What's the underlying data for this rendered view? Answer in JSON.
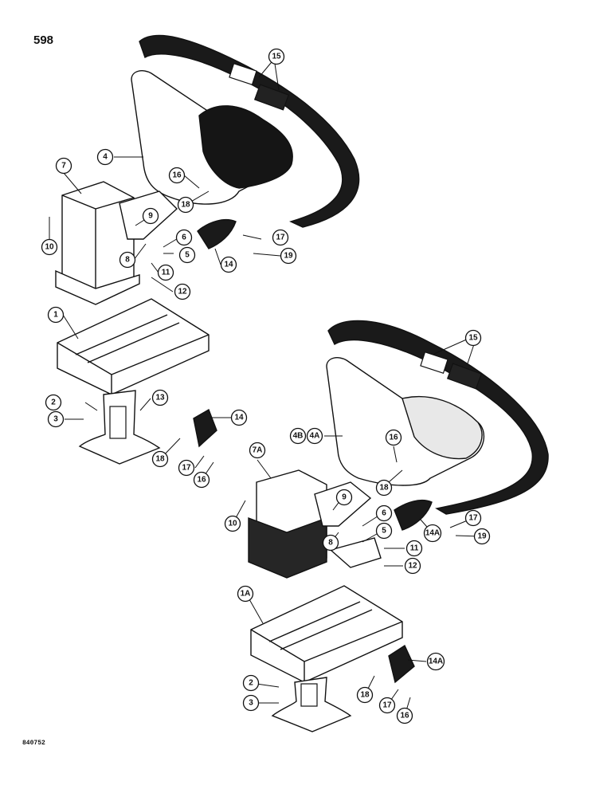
{
  "page": {
    "number": "598",
    "drawing_code": "840752"
  },
  "upper_assembly": {
    "callouts": [
      "1",
      "2",
      "3",
      "4",
      "5",
      "6",
      "7",
      "8",
      "9",
      "10",
      "11",
      "12",
      "13",
      "14",
      "14",
      "15",
      "16",
      "16",
      "17",
      "17",
      "18",
      "18",
      "19"
    ]
  },
  "lower_assembly": {
    "callouts": [
      "1A",
      "2",
      "3",
      "4B",
      "4A",
      "5",
      "6",
      "7A",
      "8",
      "9",
      "10",
      "11",
      "12",
      "14A",
      "14A",
      "15",
      "16",
      "16",
      "17",
      "17",
      "18",
      "18",
      "19"
    ]
  },
  "colors": {
    "ink": "#111111",
    "paper": "#ffffff"
  }
}
